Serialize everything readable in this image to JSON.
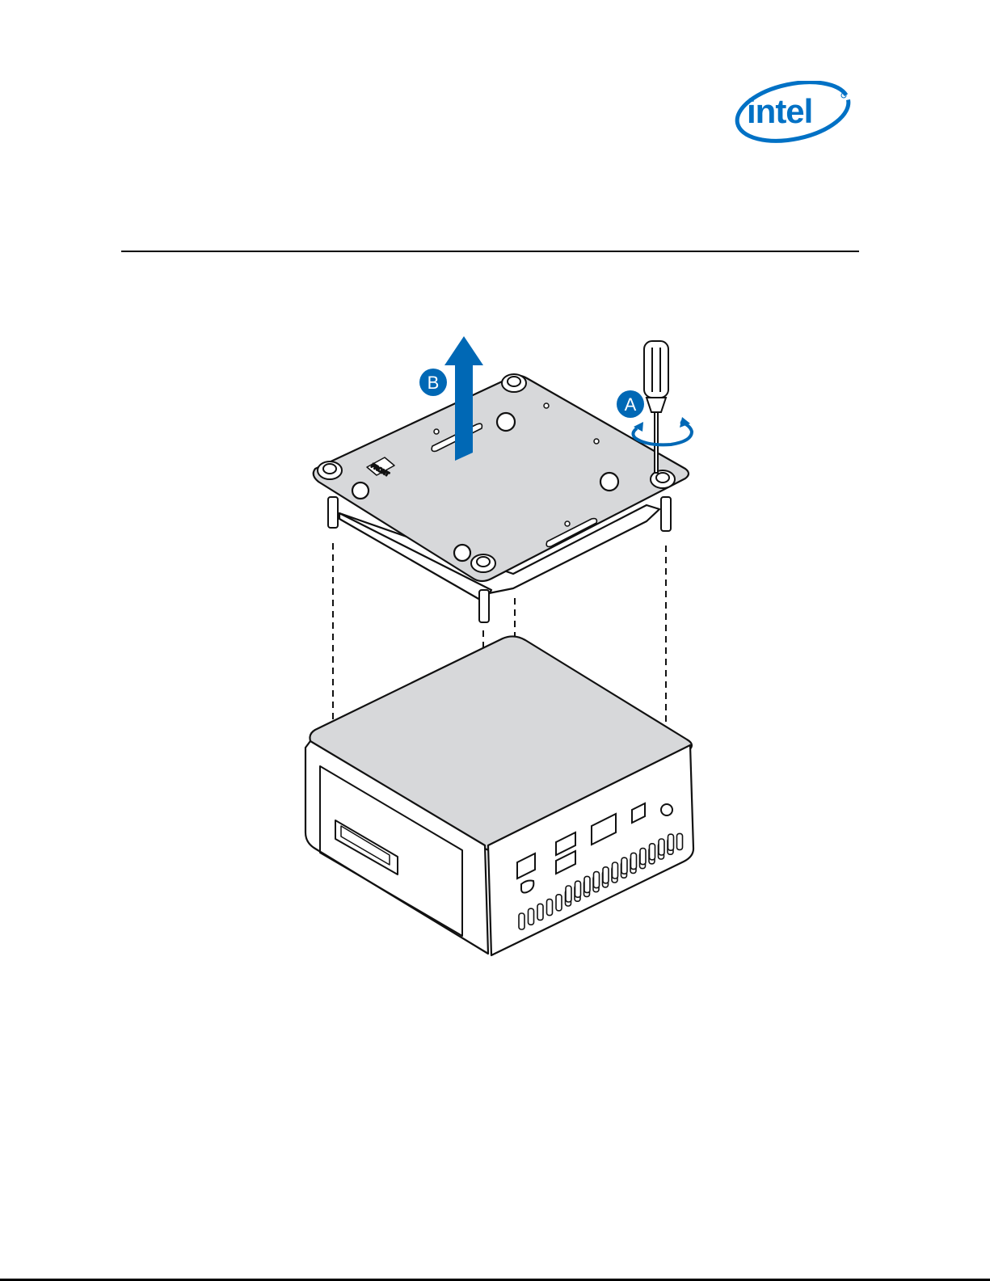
{
  "header": {
    "brand_logo": "intel",
    "brand_color": "#0071C5"
  },
  "figure": {
    "step_a_label": "A",
    "step_b_label": "B",
    "arrow_color": "#0068B5",
    "plate_label": "FRONT",
    "icons": [
      "screwdriver-icon",
      "rotate-arrow-icon",
      "lift-arrow-icon"
    ]
  }
}
